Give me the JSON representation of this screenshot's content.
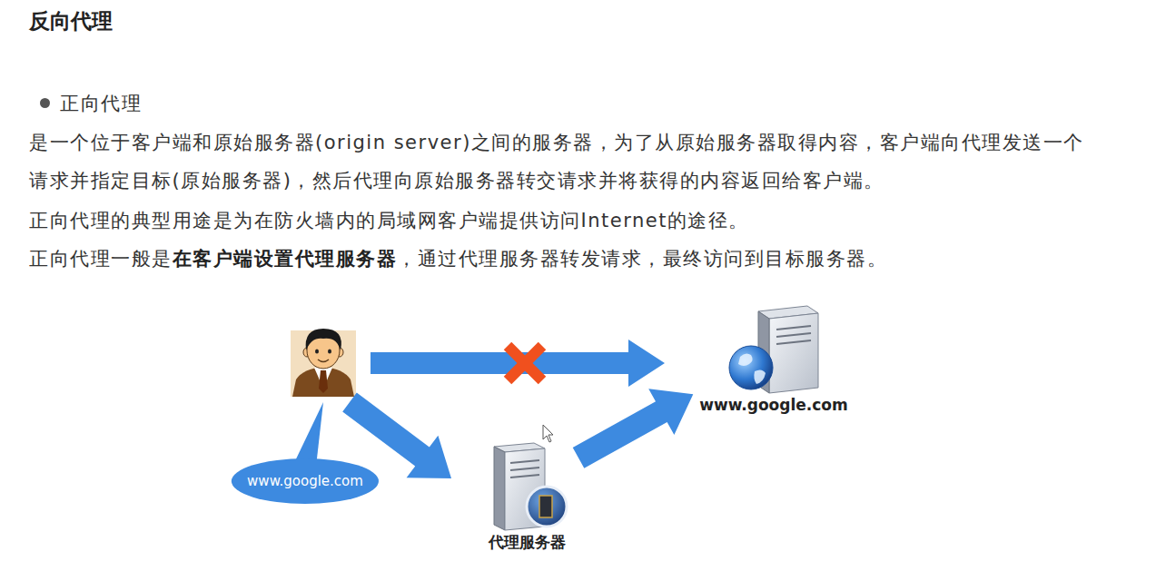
{
  "diagram": {
    "title": "反向代理",
    "nodes": [
      {
        "text": [
          "www.google.com"
        ]
      },
      {
        "text": [
          "www.google.com"
        ]
      },
      {
        "text": [
          "代理服务器"
        ]
      }
    ],
    "edges": [
      {
        "from": 2,
        "to": 0,
        "arrow": "to"
      }
    ],
    "labels": [
      "正向代理",
      "是一个位于客户端和原始服务器(origin server)之间的服务器，为了从原始服务器取得内容，客户端向代理发送一个",
      "请求并指定目标(原始服务器)，然后代理向原始服务器转交请求并将获得的内容返回给客户端。",
      "正向代理的典型用途是为在防火墙内的局域网客户端提供访问Internet的途径。",
      "正向代理一般是",
      "在客户端设置代理服务器",
      "，通过代理服务器转发请求，最终访问到目标服务器。"
    ]
  }
}
